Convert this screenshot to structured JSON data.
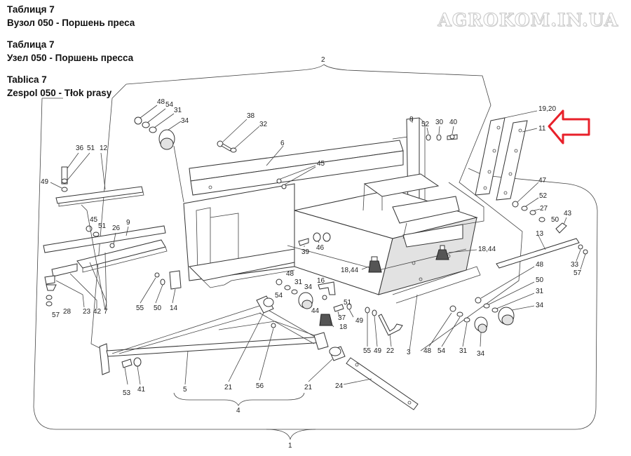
{
  "titles": [
    {
      "line1": "Таблиця 7",
      "line2": "Вузол 050 - Поршень преса"
    },
    {
      "line1": "Таблица 7",
      "line2": "Узел 050 - Поршень пресса"
    },
    {
      "line1": "Tablica 7",
      "line2": "Zespol 050 - Tłok prasy"
    }
  ],
  "watermark": "AGROKOM.IN.UA",
  "callouts": {
    "c2": "2",
    "c1": "1",
    "c4": "4",
    "c7": "7",
    "c19": "19,20",
    "c11": "11",
    "c36": "36",
    "c51a": "51",
    "c12": "12",
    "c49a": "49",
    "c48a": "48",
    "c54a": "54",
    "c31a": "31",
    "c34a": "34",
    "c38": "38",
    "c32": "32",
    "c6": "6",
    "c45a": "45",
    "c8": "8",
    "c52a": "52",
    "c30": "30",
    "c40": "40",
    "c47": "47",
    "c52b": "52",
    "c27": "27",
    "c50a": "50",
    "c43": "43",
    "c13": "13",
    "c33": "33",
    "c57a": "57",
    "c45b": "45",
    "c51b": "51",
    "c26": "26",
    "c9": "9",
    "c39": "39",
    "c46": "46",
    "c1844a": "18,44",
    "c1844b": "18,44",
    "c23": "23",
    "c42": "42",
    "c57b": "57",
    "c28": "28",
    "c55a": "55",
    "c50b": "50",
    "c14": "14",
    "c48b": "48",
    "c54b": "54",
    "c31b": "31",
    "c34b": "34",
    "c44": "44",
    "c16": "16",
    "c51c": "51",
    "c49b": "49",
    "c37": "37",
    "c18": "18",
    "c55b": "55",
    "c49c": "49",
    "c22": "22",
    "c3": "3",
    "c48c": "48",
    "c54c": "54",
    "c31c": "31",
    "c34c": "34",
    "c48d": "48",
    "c50c": "50",
    "c31d": "31",
    "c34d": "34",
    "c53": "53",
    "c41": "41",
    "c5": "5",
    "c21a": "21",
    "c56": "56",
    "c21b": "21",
    "c24": "24"
  },
  "colors": {
    "arrow": "#e8202a",
    "line": "#333333"
  },
  "icons": {
    "highlight": "arrow-left-icon"
  }
}
